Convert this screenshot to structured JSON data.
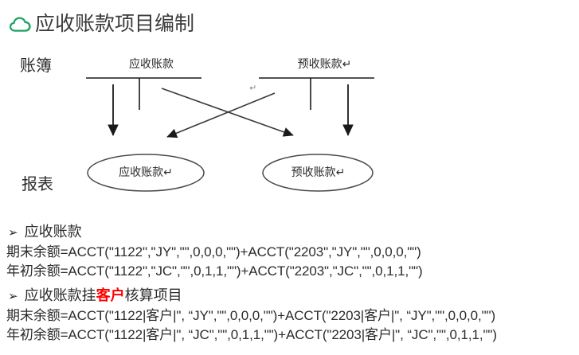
{
  "slide": {
    "title": "应收账款项目编制",
    "icon": "cloud-icon",
    "accent_green": "#1fa463",
    "highlight_red": "#ff0000",
    "background": "#ffffff"
  },
  "diagram": {
    "row_labels": {
      "ledger": "账簿",
      "report": "报表"
    },
    "ledger_accounts": [
      {
        "name": "应收账款"
      },
      {
        "name": "预收账款↵"
      }
    ],
    "report_items": [
      {
        "name": "应收账款↵"
      },
      {
        "name": "预收账款↵"
      }
    ],
    "cross_mark": "↵"
  },
  "sections": [
    {
      "bullet": "➢",
      "label_plain": "应收账款",
      "formulas": [
        "期末余额=ACCT(\"1122\",\"JY\",\"\",0,0,0,\"\")+ACCT(\"2203\",\"JY\",\"\",0,0,0,\"\")",
        "年初余额=ACCT(\"1122\",\"JC\",\"\",0,1,1,\"\")+ACCT(\"2203\",\"JC\",\"\",0,1,1,\"\")"
      ]
    },
    {
      "bullet": "➢",
      "label_prefix": "应收账款挂",
      "label_highlight": "客户",
      "label_suffix": "核算项目",
      "formulas": [
        "期末余额=ACCT(\"1122|客户|\", “JY\",\"\",0,0,0,\"\")+ACCT(\"2203|客户|\", “JY\",\"\",0,0,0,\"\")",
        "年初余额=ACCT(\"1122|客户|\", “JC\",\"\",0,1,1,\"\")+ACCT(\"2203|客户|\", “JC\",\"\",0,1,1,\"\")"
      ]
    }
  ]
}
